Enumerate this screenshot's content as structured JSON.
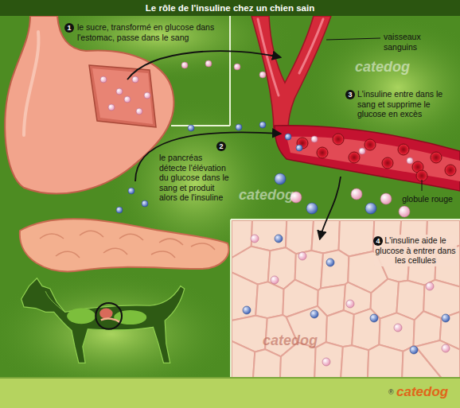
{
  "diagram": {
    "title": "Le rôle de l'insuline chez un chien sain",
    "labels": [
      "1",
      "le sucre, transformé en glucose dans l'estomac, passe dans le sang",
      "2",
      "le pancréas détecte l'élévation du glucose dans le sang et produit alors de l'insuline",
      "vaisseaux sanguins",
      "3",
      "L'insuline entre dans le sang et supprime le glucose en excès",
      "globule rouge",
      "4",
      "L'insuline aide le glucose à entrer dans les cellules",
      "catedog",
      "catedog",
      "catedog",
      "®",
      "catedog"
    ]
  }
}
